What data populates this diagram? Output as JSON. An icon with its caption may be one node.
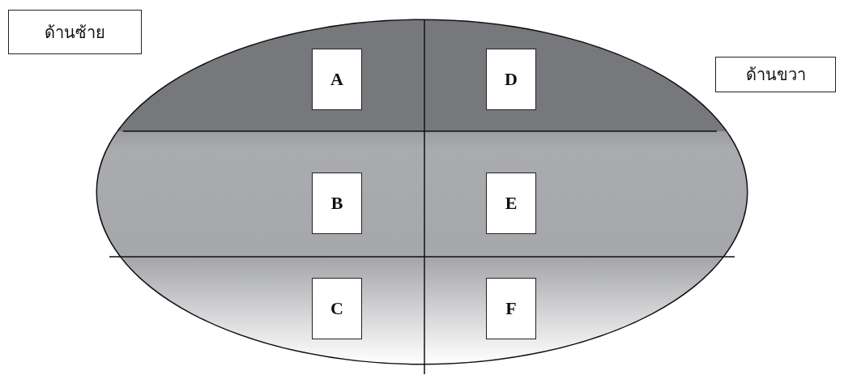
{
  "diagram": {
    "nodes": [
      {
        "text": [
          "ด้านซ้าย"
        ]
      },
      {
        "text": [
          "ด้านขวา"
        ]
      },
      {
        "text": [],
        "shape": "ellipse"
      },
      {
        "text": [],
        "shape": "band",
        "in": 2
      },
      {
        "text": [],
        "shape": "band",
        "in": 2
      },
      {
        "text": [],
        "shape": "band",
        "in": 2
      },
      {
        "text": [
          "A"
        ],
        "in": 3
      },
      {
        "text": [
          "D"
        ],
        "in": 3
      },
      {
        "text": [
          "B"
        ],
        "in": 4
      },
      {
        "text": [
          "E"
        ],
        "in": 4
      },
      {
        "text": [
          "C"
        ],
        "in": 5
      },
      {
        "text": [
          "F"
        ],
        "in": 5
      }
    ]
  }
}
